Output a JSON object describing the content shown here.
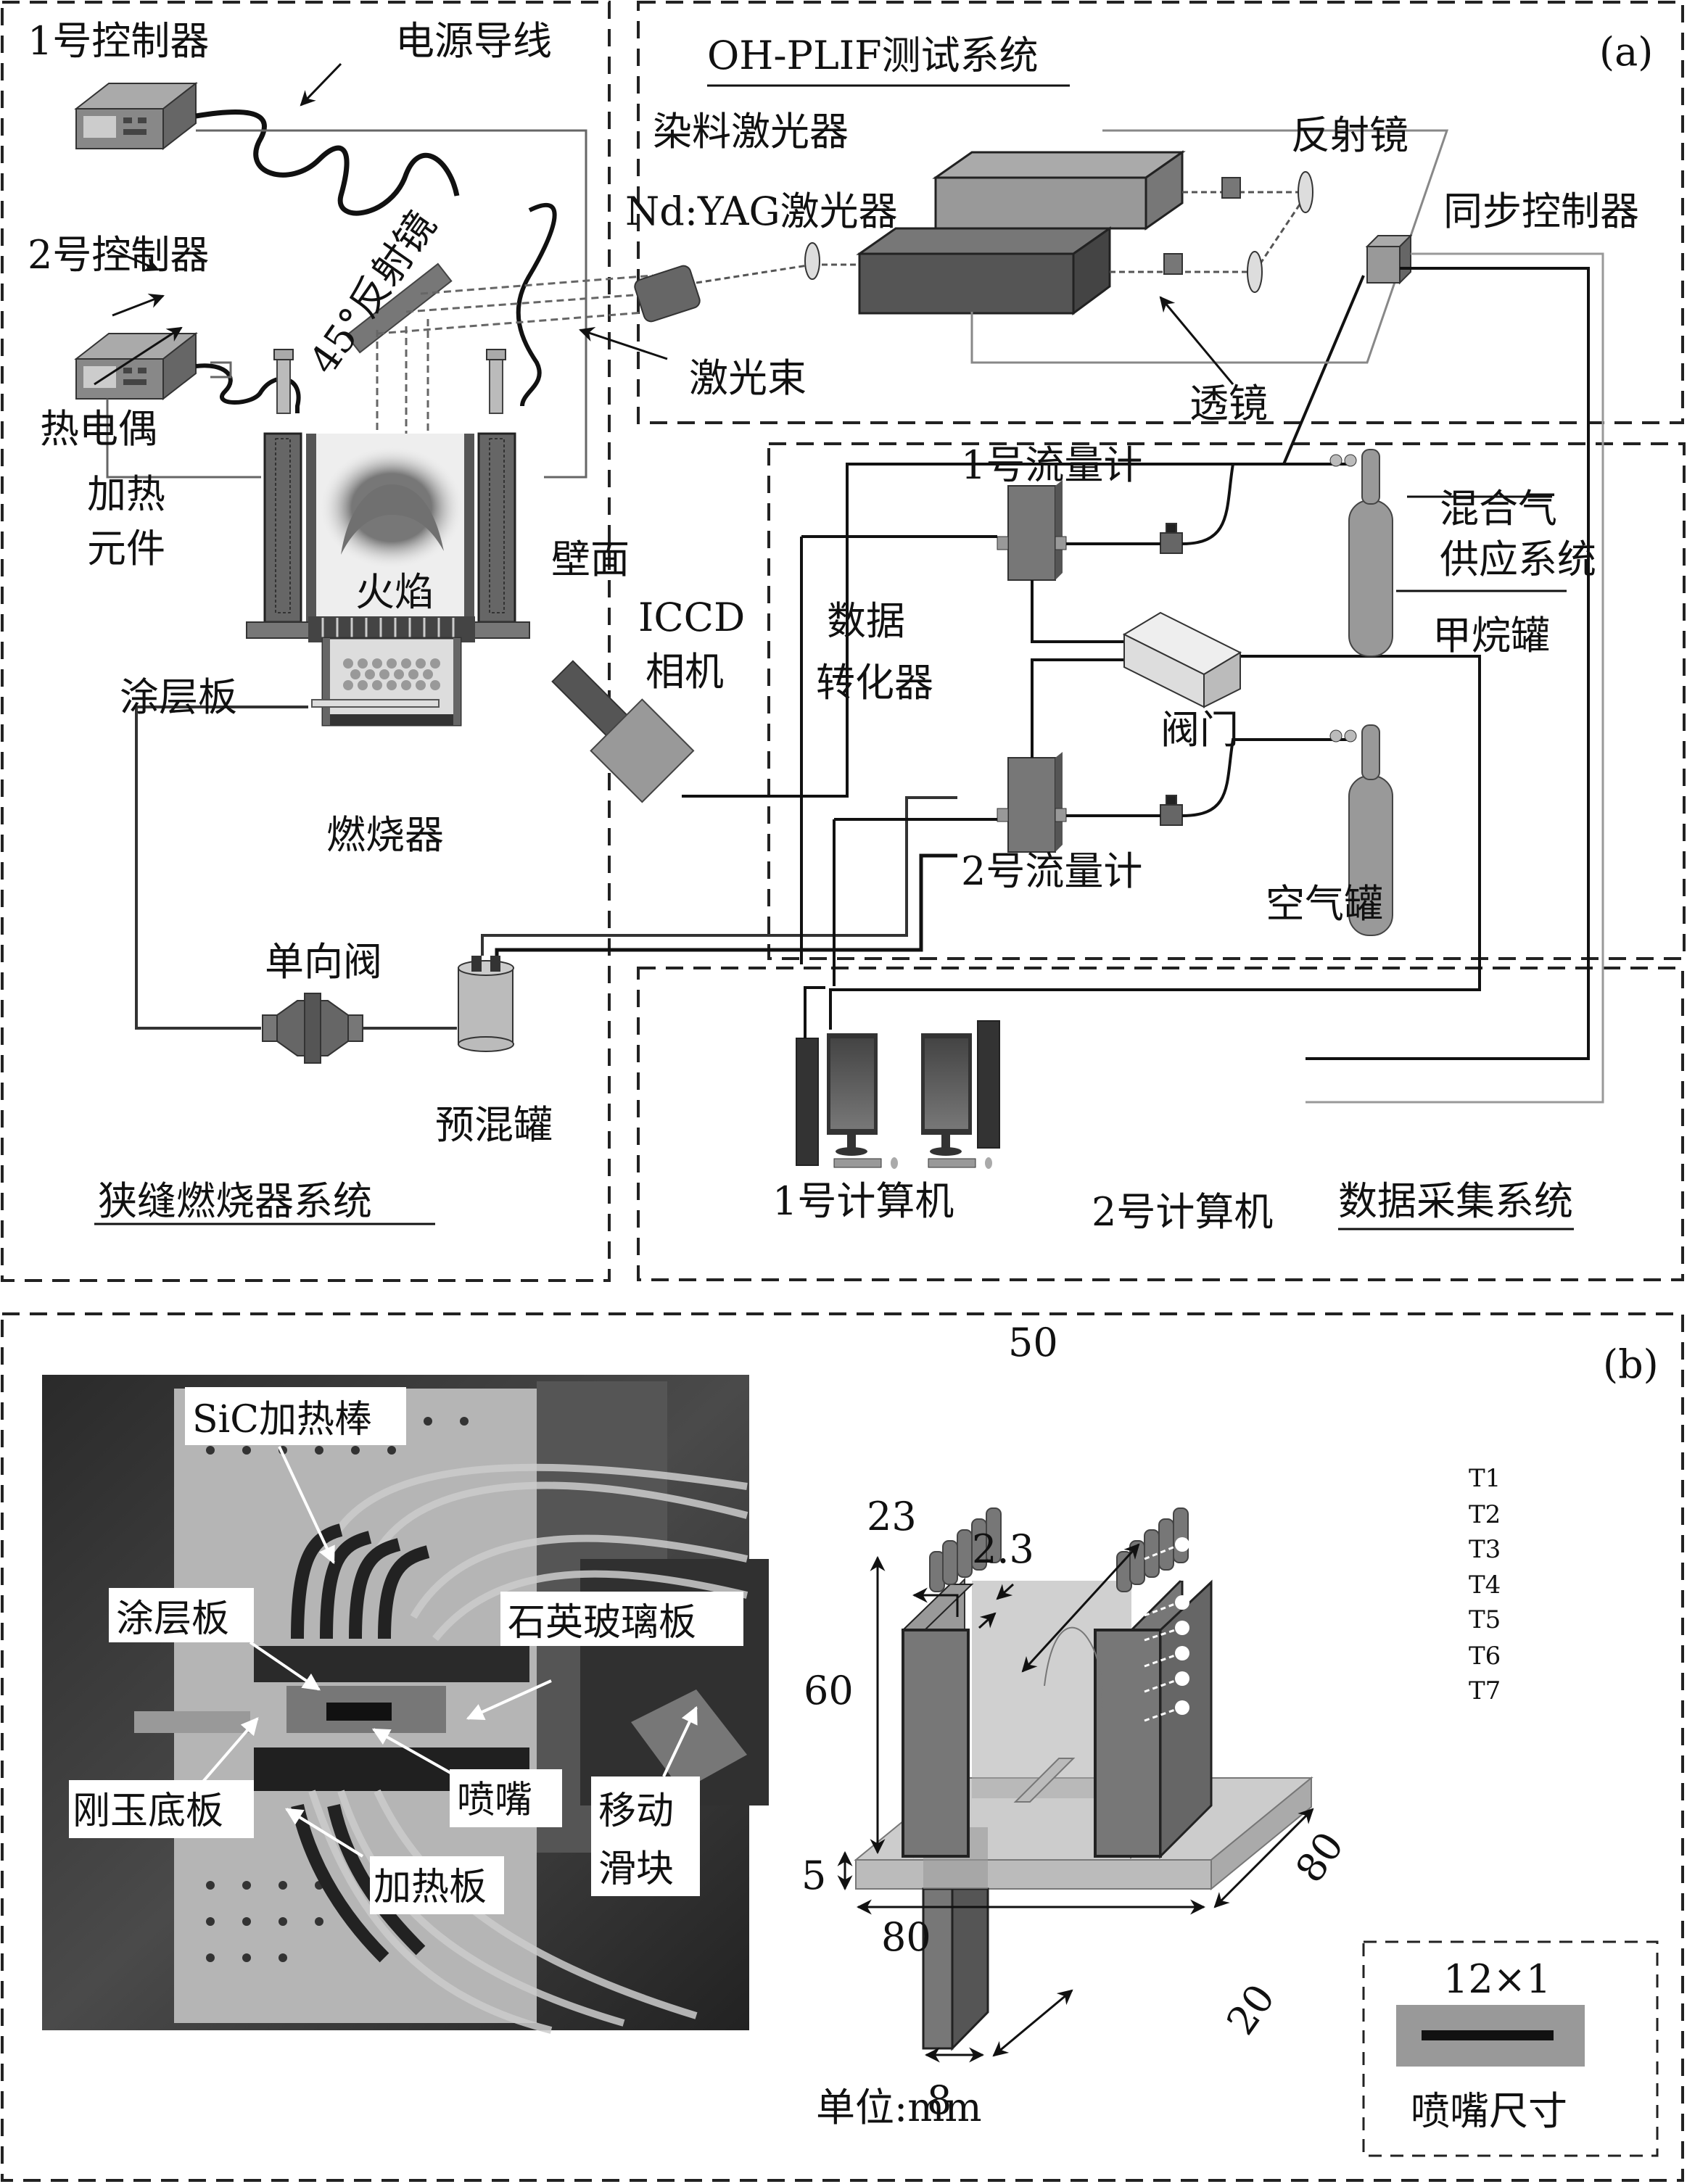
{
  "panel_a": {
    "tag": "(a)",
    "burner_system": {
      "title": "狭缝燃烧器系统",
      "controller1": "1号控制器",
      "controller2": "2号控制器",
      "power_wire": "电源导线",
      "mirror45": "45°反射镜",
      "thermocouple": "热电偶",
      "heater_line1": "加热",
      "heater_line2": "元件",
      "coated_plate": "涂层板",
      "flame": "火焰",
      "wall": "壁面",
      "burner": "燃烧器",
      "check_valve": "单向阀",
      "premix_tank": "预混罐"
    },
    "plif_system": {
      "title": "OH-PLIF测试系统",
      "dye_laser": "染料激光器",
      "ndyag_laser": "Nd:YAG激光器",
      "reflector": "反射镜",
      "sync_controller": "同步控制器",
      "laser_beam": "激光束",
      "lens": "透镜",
      "iccd_line1": "ICCD",
      "iccd_line2": "相机"
    },
    "gas_system": {
      "title_line1": "混合气",
      "title_line2": "供应系统",
      "flowmeter1": "1号流量计",
      "flowmeter2": "2号流量计",
      "converter_line1": "数据",
      "converter_line2": "转化器",
      "valve": "阀门",
      "methane_tank": "甲烷罐",
      "air_tank": "空气罐"
    },
    "daq_system": {
      "title": "数据采集系统",
      "computer1": "1号计算机",
      "computer2": "2号计算机"
    }
  },
  "panel_b": {
    "tag": "(b)",
    "photo_labels": {
      "sic_rod": "SiC加热棒",
      "coated_plate": "涂层板",
      "quartz_plate": "石英玻璃板",
      "nozzle": "喷嘴",
      "corundum_base": "刚玉底板",
      "slider_line1": "移动",
      "slider_line2": "滑块",
      "heating_plate": "加热板"
    },
    "dimensions": {
      "d23": "23",
      "d50": "50",
      "d2_3": "2.3",
      "d60": "60",
      "d5": "5",
      "d80_width": "80",
      "d80_depth": "80",
      "d8": "8",
      "d20": "20",
      "unit": "单位:mm"
    },
    "thermocouples": [
      "T1",
      "T2",
      "T3",
      "T4",
      "T5",
      "T6",
      "T7"
    ],
    "nozzle_inset": {
      "size": "12×1",
      "caption": "喷嘴尺寸"
    }
  }
}
